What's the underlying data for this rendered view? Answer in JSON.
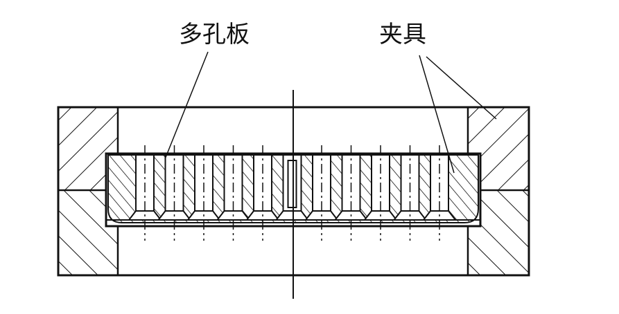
{
  "labels": {
    "perforated_plate": "多孔板",
    "fixture": "夹具"
  },
  "drawing": {
    "hole_count": 11,
    "line_color": "#111111",
    "background": "#ffffff"
  }
}
